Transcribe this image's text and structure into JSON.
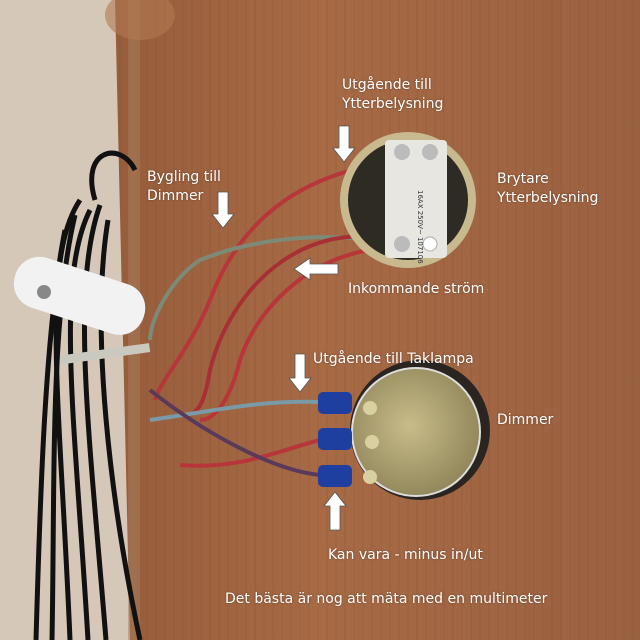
{
  "labels": {
    "out_outdoor_1": "Utgående till",
    "out_outdoor_2": "Ytterbelysning",
    "jumper_1": "Bygling till",
    "jumper_2": "Dimmer",
    "switch_1": "Brytare",
    "switch_2": "Ytterbelysning",
    "incoming": "Inkommande ström",
    "out_ceiling": "Utgående till Taklampa",
    "dimmer": "Dimmer",
    "minus": "Kan vara - minus in/ut",
    "bottom_note": "Det bästa är nog att mäta med en multimeter"
  },
  "switch_marking": "16AX 250V~ 107106",
  "colors": {
    "wood": "#9a6040",
    "wire_red": "#b8353a",
    "wire_gray": "#7d8a78",
    "terminal_blue": "#1f3fa0",
    "arrow": "#ffffff"
  }
}
